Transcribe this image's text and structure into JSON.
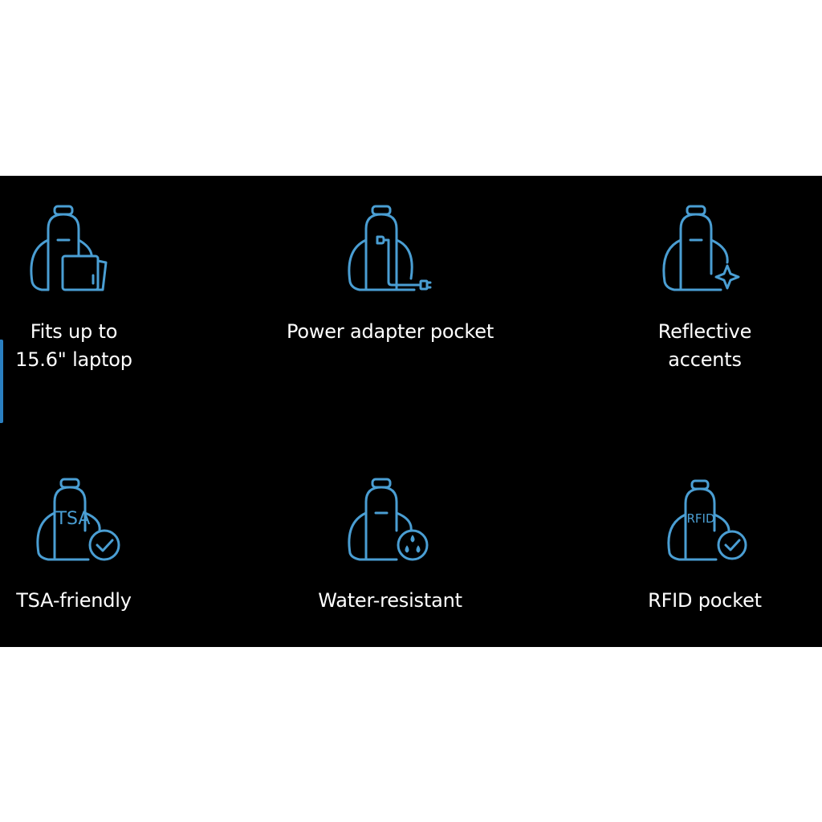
{
  "colors": {
    "background": "#000000",
    "page": "#ffffff",
    "icon_stroke": "#4a9ed3",
    "label_text": "#ffffff",
    "left_accent": "#2a7fc1"
  },
  "features": [
    {
      "icon": "backpack-laptop-icon",
      "label": "Fits up to\n15.6\" laptop"
    },
    {
      "icon": "backpack-power-adapter-icon",
      "label": "Power adapter pocket"
    },
    {
      "icon": "backpack-reflective-sparkle-icon",
      "label": "Reflective\naccents"
    },
    {
      "icon": "backpack-tsa-check-icon",
      "icon_text": "TSA",
      "label": "TSA-friendly"
    },
    {
      "icon": "backpack-water-drops-icon",
      "label": "Water-resistant"
    },
    {
      "icon": "backpack-rfid-check-icon",
      "icon_text": "RFID",
      "label": "RFID pocket"
    }
  ]
}
